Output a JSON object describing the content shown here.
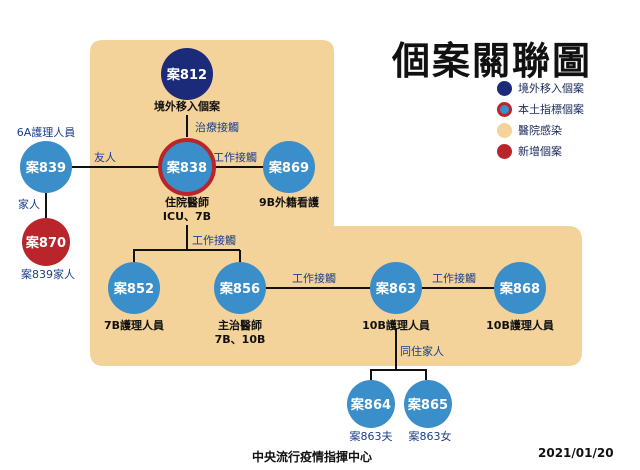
{
  "title": "個案關聯圖",
  "legend": [
    {
      "label": "境外移入個案",
      "color": "#1c2a7a",
      "ring": ""
    },
    {
      "label": "本土指標個案",
      "color": "#3a8ec9",
      "ring": "#b9252b"
    },
    {
      "label": "醫院感染",
      "color": "#f3d39a",
      "ring": ""
    },
    {
      "label": "新增個案",
      "color": "#b9252b",
      "ring": ""
    }
  ],
  "nodes": [
    {
      "id": "812",
      "label": "案812",
      "type": "imported",
      "caption_lines": [
        "境外移入個案"
      ]
    },
    {
      "id": "838",
      "label": "案838",
      "type": "index",
      "caption_lines": [
        "住院醫師",
        "ICU、7B"
      ]
    },
    {
      "id": "839",
      "label": "案839",
      "type": "hospital",
      "caption_lines": [
        "6A護理人員"
      ]
    },
    {
      "id": "869",
      "label": "案869",
      "type": "hospital",
      "caption_lines": [
        "9B外籍看護"
      ]
    },
    {
      "id": "870",
      "label": "案870",
      "type": "new",
      "caption_lines": [
        "案839家人"
      ]
    },
    {
      "id": "852",
      "label": "案852",
      "type": "hospital",
      "caption_lines": [
        "7B護理人員"
      ]
    },
    {
      "id": "856",
      "label": "案856",
      "type": "hospital",
      "caption_lines": [
        "主治醫師",
        "7B、10B"
      ]
    },
    {
      "id": "863",
      "label": "案863",
      "type": "hospital",
      "caption_lines": [
        "10B護理人員"
      ]
    },
    {
      "id": "868",
      "label": "案868",
      "type": "hospital",
      "caption_lines": [
        "10B護理人員"
      ]
    },
    {
      "id": "864",
      "label": "案864",
      "type": "hospital",
      "caption_lines": [
        "案863夫"
      ]
    },
    {
      "id": "865",
      "label": "案865",
      "type": "hospital",
      "caption_lines": [
        "案863女"
      ]
    }
  ],
  "edges": [
    {
      "id": "812-838",
      "label": "治療接觸"
    },
    {
      "id": "839-838",
      "label": "友人"
    },
    {
      "id": "838-869",
      "label": "工作接觸"
    },
    {
      "id": "839-870",
      "label": "家人"
    },
    {
      "id": "838-852-856",
      "label": "工作接觸"
    },
    {
      "id": "856-863",
      "label": "工作接觸"
    },
    {
      "id": "863-868",
      "label": "工作接觸"
    },
    {
      "id": "863-864-865",
      "label": "同住家人"
    }
  ],
  "colors": {
    "imported": "#1c2a7a",
    "index": "#3a8ec9",
    "index_ring": "#b9252b",
    "hospital": "#3a8ec9",
    "new": "#b9252b",
    "hospital_area": "#f3d39a",
    "text_blue": "#1a3e8c"
  },
  "footer": {
    "center": "中央流行疫情指揮中心",
    "date": "2021/01/20"
  }
}
